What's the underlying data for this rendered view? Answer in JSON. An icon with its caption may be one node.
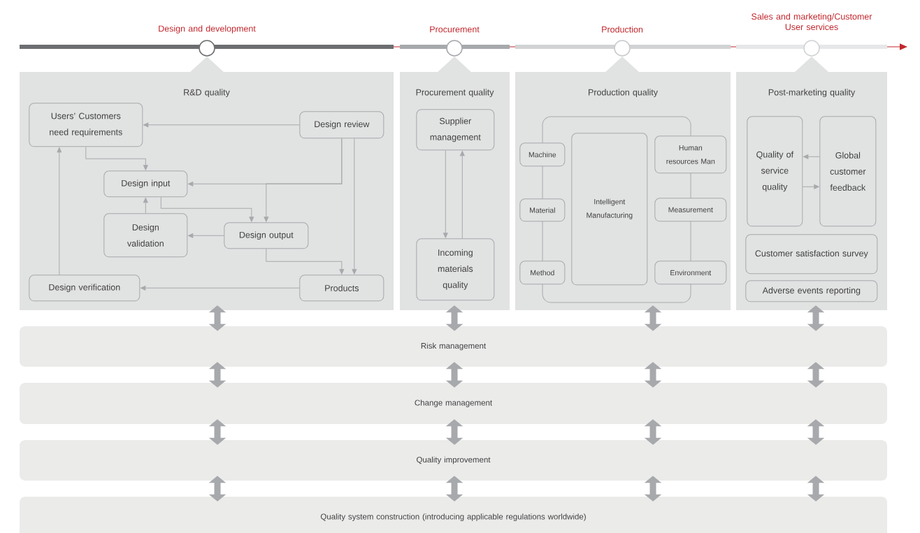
{
  "diagram": {
    "nodes": [
      {
        "text": [
          "R&D quality"
        ]
      },
      {
        "text": [
          "Users’ Customers need requirements"
        ],
        "in": 0
      },
      {
        "text": [
          "Design review"
        ],
        "in": 0
      },
      {
        "text": [
          "Design input"
        ],
        "in": 0
      },
      {
        "text": [
          "Design validation"
        ],
        "in": 0
      },
      {
        "text": [
          "Design output"
        ],
        "in": 0
      },
      {
        "text": [
          "Design verification"
        ],
        "in": 0
      },
      {
        "text": [
          "Products"
        ],
        "in": 0
      },
      {
        "text": [
          "Procurement quality"
        ]
      },
      {
        "text": [
          "Supplier management"
        ],
        "in": 8
      },
      {
        "text": [
          "Incoming materials quality"
        ],
        "in": 8
      },
      {
        "text": [
          "Production quality"
        ]
      },
      {
        "text": [
          "Machine"
        ],
        "in": 11
      },
      {
        "text": [
          "Material"
        ],
        "in": 11
      },
      {
        "text": [
          "Method"
        ],
        "in": 11
      },
      {
        "text": [
          "Intelligent Manufacturing"
        ],
        "in": 11
      },
      {
        "text": [
          "Human resources Man"
        ],
        "in": 11
      },
      {
        "text": [
          "Measurement"
        ],
        "in": 11
      },
      {
        "text": [
          "Environment"
        ],
        "in": 11
      },
      {
        "text": [
          "Post-marketing quality"
        ]
      },
      {
        "text": [
          "Quality of service quality"
        ],
        "in": 19
      },
      {
        "text": [
          "Global customer feedback"
        ],
        "in": 19
      },
      {
        "text": [
          "Customer satisfaction survey"
        ],
        "in": 19
      },
      {
        "text": [
          "Adverse events reporting"
        ],
        "in": 19
      },
      {
        "text": [
          "Risk management"
        ]
      },
      {
        "text": [
          "Change management"
        ]
      },
      {
        "text": [
          "Quality improvement"
        ]
      },
      {
        "text": [
          "Quality system construction (introducing applicable regulations worldwide)"
        ]
      }
    ],
    "edges": [
      {
        "from": 2,
        "to": 1,
        "arrow": "to"
      },
      {
        "from": 1,
        "to": 3,
        "arrow": "to"
      },
      {
        "from": 2,
        "to": 3,
        "arrow": "to"
      },
      {
        "from": 2,
        "to": 5,
        "arrow": "to"
      },
      {
        "from": 3,
        "to": 5,
        "arrow": "to"
      },
      {
        "from": 4,
        "to": 3,
        "arrow": "to"
      },
      {
        "from": 5,
        "to": 4,
        "arrow": "to"
      },
      {
        "from": 5,
        "to": 7,
        "arrow": "to"
      },
      {
        "from": 2,
        "to": 7,
        "arrow": "to"
      },
      {
        "from": 7,
        "to": 6,
        "arrow": "to"
      },
      {
        "from": 6,
        "to": 1,
        "arrow": "to"
      },
      {
        "from": 9,
        "to": 10,
        "arrow": "to"
      },
      {
        "from": 10,
        "to": 9,
        "arrow": "to"
      },
      {
        "from": 21,
        "to": 20,
        "arrow": "to"
      },
      {
        "from": 20,
        "to": 21,
        "arrow": "to"
      },
      {
        "from": 0,
        "to": 24,
        "arrow": "both"
      },
      {
        "from": 8,
        "to": 24,
        "arrow": "both"
      },
      {
        "from": 11,
        "to": 24,
        "arrow": "both"
      },
      {
        "from": 19,
        "to": 24,
        "arrow": "both"
      },
      {
        "from": 24,
        "to": 25,
        "arrow": "both"
      },
      {
        "from": 24,
        "to": 25,
        "arrow": "both"
      },
      {
        "from": 24,
        "to": 25,
        "arrow": "both"
      },
      {
        "from": 24,
        "to": 25,
        "arrow": "both"
      },
      {
        "from": 25,
        "to": 26,
        "arrow": "both"
      },
      {
        "from": 25,
        "to": 26,
        "arrow": "both"
      },
      {
        "from": 25,
        "to": 26,
        "arrow": "both"
      },
      {
        "from": 25,
        "to": 26,
        "arrow": "both"
      },
      {
        "from": 26,
        "to": 27,
        "arrow": "both"
      },
      {
        "from": 26,
        "to": 27,
        "arrow": "both"
      },
      {
        "from": 26,
        "to": 27,
        "arrow": "both"
      },
      {
        "from": 26,
        "to": 27,
        "arrow": "both"
      }
    ],
    "labels": [
      "Sales and marketing/Customer User services",
      "Design and development",
      "Procurement",
      "Production"
    ]
  }
}
